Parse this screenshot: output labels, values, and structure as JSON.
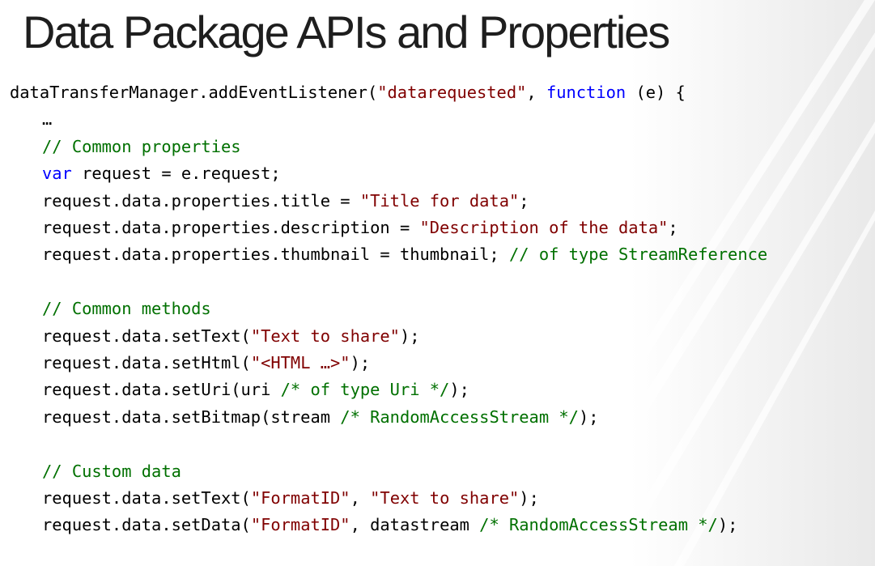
{
  "slide": {
    "title": "Data Package APIs and Properties"
  },
  "colors": {
    "keyword": "#0000ff",
    "string": "#800000",
    "comment": "#007000",
    "text": "#000000",
    "title": "#1e1e1e"
  },
  "code": {
    "lines": [
      {
        "indent": 0,
        "tokens": [
          {
            "t": "plain",
            "v": "dataTransferManager.addEventListener("
          },
          {
            "t": "str",
            "v": "\"datarequested\""
          },
          {
            "t": "plain",
            "v": ", "
          },
          {
            "t": "kw",
            "v": "function"
          },
          {
            "t": "plain",
            "v": " (e) {"
          }
        ]
      },
      {
        "indent": 1,
        "tokens": [
          {
            "t": "plain",
            "v": "…"
          }
        ]
      },
      {
        "indent": 1,
        "tokens": [
          {
            "t": "cmt",
            "v": "// Common properties"
          }
        ]
      },
      {
        "indent": 1,
        "tokens": [
          {
            "t": "kw",
            "v": "var"
          },
          {
            "t": "plain",
            "v": " request = e.request;"
          }
        ]
      },
      {
        "indent": 1,
        "tokens": [
          {
            "t": "plain",
            "v": "request.data.properties.title = "
          },
          {
            "t": "str",
            "v": "\"Title for data\""
          },
          {
            "t": "plain",
            "v": ";"
          }
        ]
      },
      {
        "indent": 1,
        "tokens": [
          {
            "t": "plain",
            "v": "request.data.properties.description = "
          },
          {
            "t": "str",
            "v": "\"Description of the data\""
          },
          {
            "t": "plain",
            "v": ";"
          }
        ]
      },
      {
        "indent": 1,
        "tokens": [
          {
            "t": "plain",
            "v": "request.data.properties.thumbnail = thumbnail; "
          },
          {
            "t": "cmt",
            "v": "// of type StreamReference"
          }
        ]
      },
      {
        "indent": 1,
        "tokens": []
      },
      {
        "indent": 1,
        "tokens": [
          {
            "t": "cmt",
            "v": "// Common methods"
          }
        ]
      },
      {
        "indent": 1,
        "tokens": [
          {
            "t": "plain",
            "v": "request.data.setText("
          },
          {
            "t": "str",
            "v": "\"Text to share\""
          },
          {
            "t": "plain",
            "v": ");"
          }
        ]
      },
      {
        "indent": 1,
        "tokens": [
          {
            "t": "plain",
            "v": "request.data.setHtml("
          },
          {
            "t": "str",
            "v": "\"<HTML …>\""
          },
          {
            "t": "plain",
            "v": ");"
          }
        ]
      },
      {
        "indent": 1,
        "tokens": [
          {
            "t": "plain",
            "v": "request.data.setUri(uri "
          },
          {
            "t": "cmt",
            "v": "/* of type Uri */"
          },
          {
            "t": "plain",
            "v": ");"
          }
        ]
      },
      {
        "indent": 1,
        "tokens": [
          {
            "t": "plain",
            "v": "request.data.setBitmap(stream "
          },
          {
            "t": "cmt",
            "v": "/* RandomAccessStream */"
          },
          {
            "t": "plain",
            "v": ");"
          }
        ]
      },
      {
        "indent": 1,
        "tokens": []
      },
      {
        "indent": 1,
        "tokens": [
          {
            "t": "cmt",
            "v": "// Custom data"
          }
        ]
      },
      {
        "indent": 1,
        "tokens": [
          {
            "t": "plain",
            "v": "request.data.setText("
          },
          {
            "t": "str",
            "v": "\"FormatID\""
          },
          {
            "t": "plain",
            "v": ", "
          },
          {
            "t": "str",
            "v": "\"Text to share\""
          },
          {
            "t": "plain",
            "v": ");"
          }
        ]
      },
      {
        "indent": 1,
        "tokens": [
          {
            "t": "plain",
            "v": "request.data.setData("
          },
          {
            "t": "str",
            "v": "\"FormatID\""
          },
          {
            "t": "plain",
            "v": ", datastream "
          },
          {
            "t": "cmt",
            "v": "/* RandomAccessStream */"
          },
          {
            "t": "plain",
            "v": ");"
          }
        ]
      }
    ]
  }
}
